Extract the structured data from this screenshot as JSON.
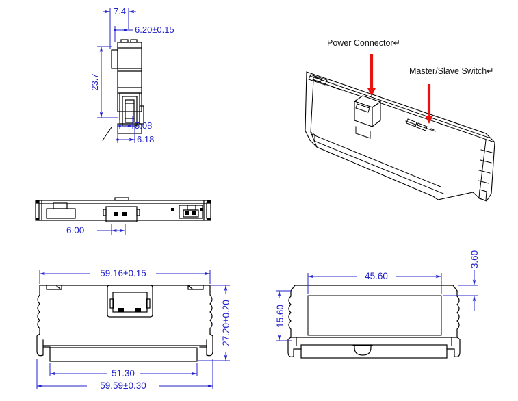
{
  "drawing_type": "connector-dimension-drawing",
  "colors": {
    "dimension": "#2222cc",
    "outline": "#000000",
    "pointer_arrow": "#e8130f",
    "background": "#ffffff"
  },
  "views": {
    "side": {
      "dims": {
        "tab_width": "7.4",
        "body_width": "6.20±0.15",
        "height": "23.7",
        "inner_width": "5.08",
        "base_width": "6.18"
      }
    },
    "top": {
      "dims": {
        "connector_width": "6.00"
      }
    },
    "isometric": {
      "labels": {
        "power": "Power Connector↵",
        "switch": "Master/Slave Switch↵"
      }
    },
    "front": {
      "dims": {
        "body_width": "59.16±0.15",
        "height": "27.20±0.20",
        "board_width": "51.30",
        "overall_width": "59.59±0.30"
      }
    },
    "back": {
      "dims": {
        "opening_width": "45.60",
        "rim_height": "3.60",
        "wall_height": "15.60"
      }
    }
  }
}
